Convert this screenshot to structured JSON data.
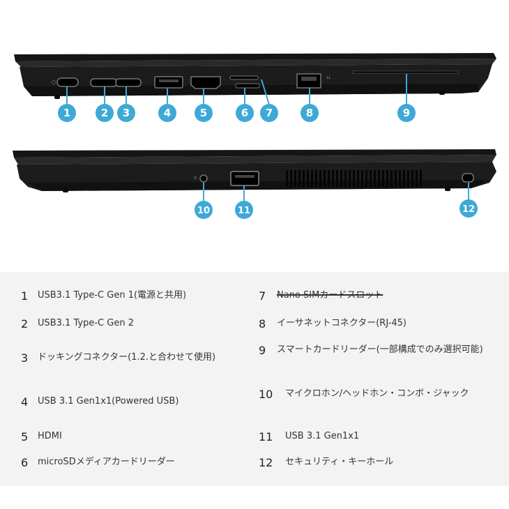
{
  "callouts": {
    "top": [
      "1",
      "2",
      "3",
      "4",
      "5",
      "6",
      "7",
      "8",
      "9"
    ],
    "bottom": [
      "10",
      "11",
      "12"
    ]
  },
  "colors": {
    "badge": "#3ea9d6",
    "chassis": "#1a1a1a",
    "legend_bg": "#f3f3f3"
  },
  "legend": {
    "items": [
      {
        "num": "1",
        "label": "USB3.1 Type-C Gen 1(電源と共用)"
      },
      {
        "num": "2",
        "label": "USB3.1 Type-C Gen 2"
      },
      {
        "num": "3",
        "label": "ドッキングコネクター(1.2.と合わせて使用)"
      },
      {
        "num": "4",
        "label": "USB 3.1 Gen1x1(Powered USB)"
      },
      {
        "num": "5",
        "label": "HDMI"
      },
      {
        "num": "6",
        "label": "microSDメディアカードリーダー"
      },
      {
        "num": "7",
        "label": "Nano SIMカードスロット"
      },
      {
        "num": "8",
        "label": "イーサネットコネクター(RJ-45)"
      },
      {
        "num": "9",
        "label": "スマートカードリーダー(一部構成でのみ選択可能)"
      },
      {
        "num": "10",
        "label": "マイクロホン/ヘッドホン・コンボ・ジャック"
      },
      {
        "num": "11",
        "label": "USB 3.1 Gen1x1"
      },
      {
        "num": "12",
        "label": "セキュリティ・キーホール"
      }
    ]
  }
}
